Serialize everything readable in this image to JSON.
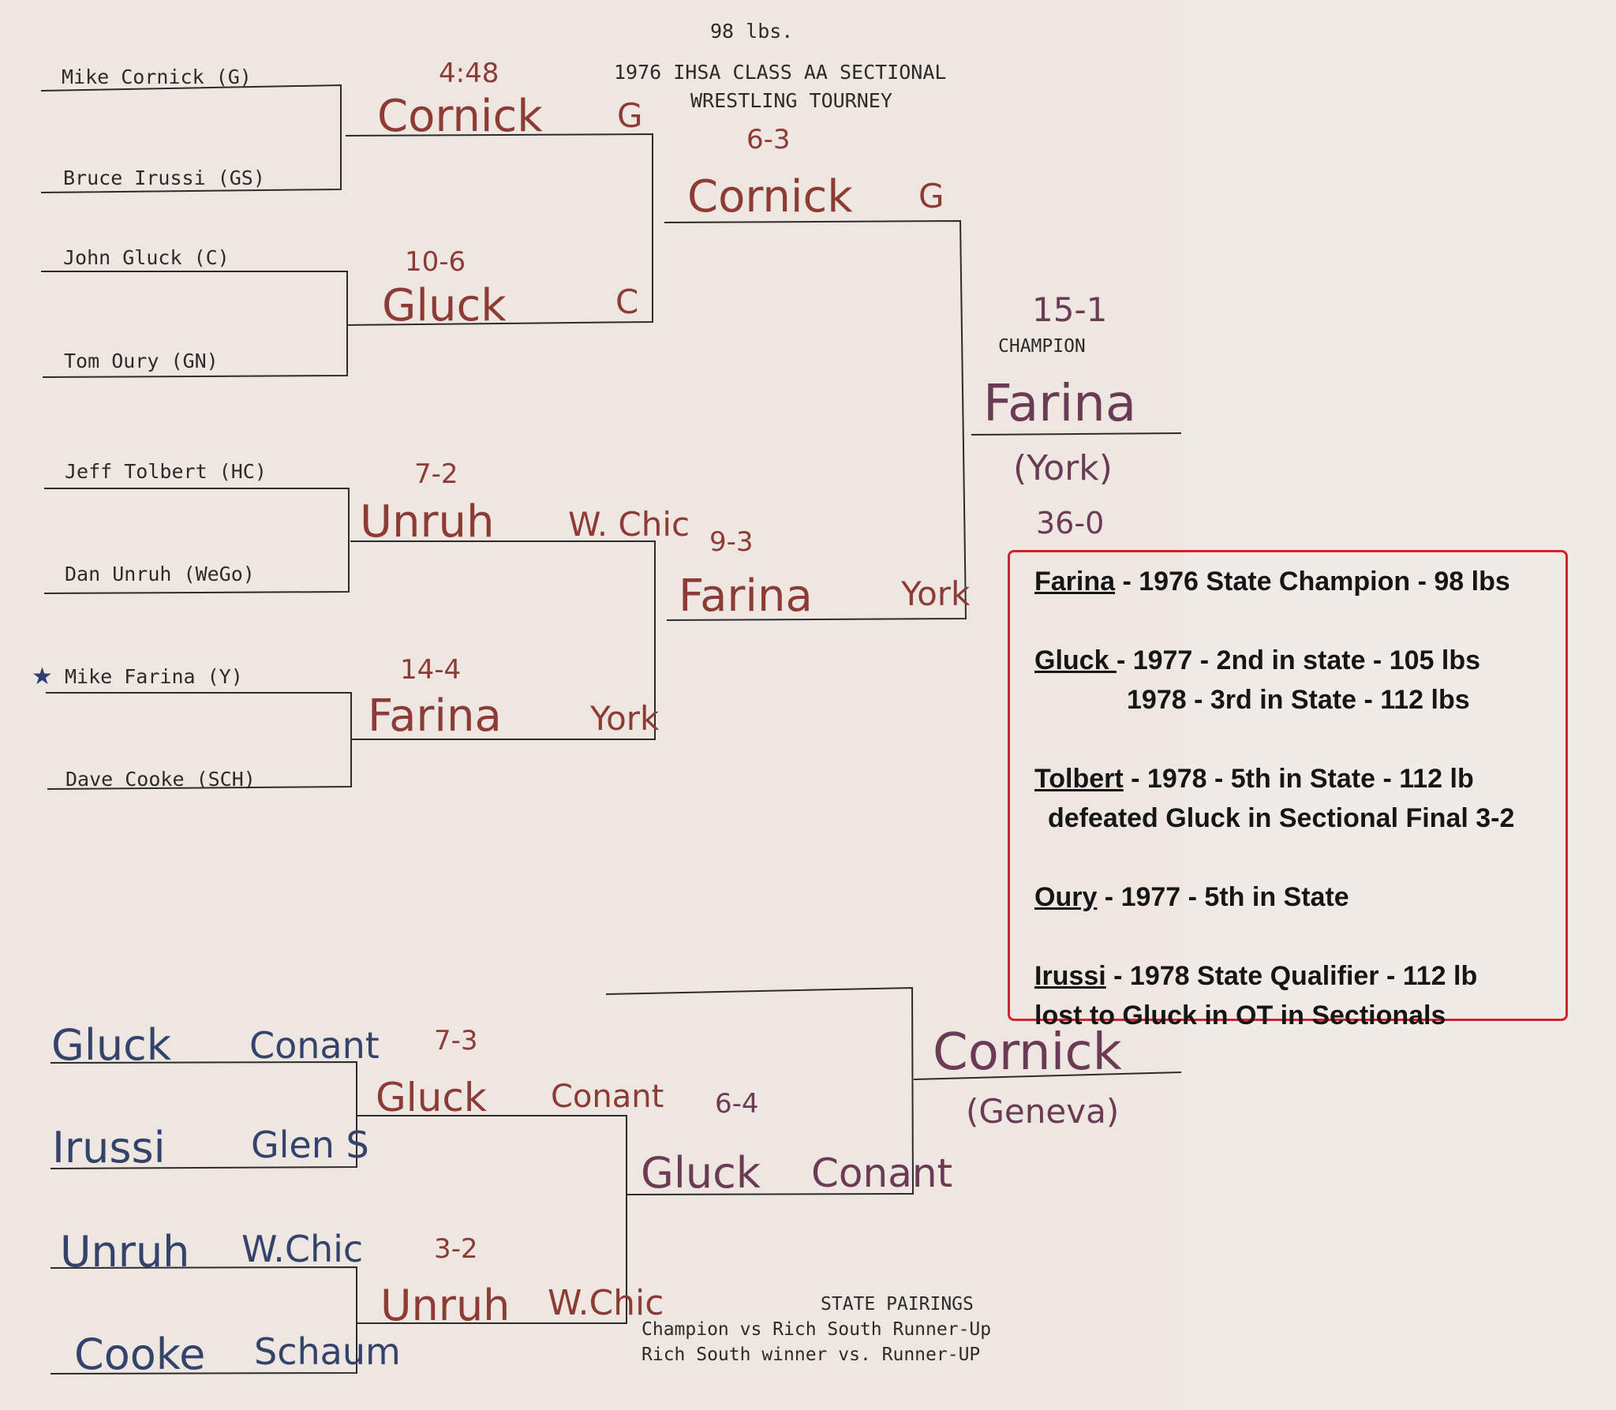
{
  "header": {
    "weight": "98 lbs.",
    "title_line1": "1976 IHSA CLASS AA SECTIONAL",
    "title_line2": "WRESTLING TOURNEY"
  },
  "bracket": {
    "entrants": [
      "Mike Cornick (G)",
      "Bruce Irussi (GS)",
      "John Gluck (C)",
      "Tom Oury (GN)",
      "Jeff Tolbert (HC)",
      "Dan Unruh (WeGo)",
      "Mike Farina (Y)",
      "Dave Cooke (SCH)"
    ],
    "seed_marker_icon": "star-icon",
    "quarterfinals": [
      {
        "score": "4:48",
        "winner": "Cornick",
        "team": "G"
      },
      {
        "score": "10-6",
        "winner": "Gluck",
        "team": "C"
      },
      {
        "score": "7-2",
        "winner": "Unruh",
        "team": "W. Chic"
      },
      {
        "score": "14-4",
        "winner": "Farina",
        "team": "York"
      }
    ],
    "semifinals": [
      {
        "score": "6-3",
        "winner": "Cornick",
        "team": "G"
      },
      {
        "score": "9-3",
        "winner": "Farina",
        "team": "York"
      }
    ],
    "final": {
      "score": "15-1",
      "label": "CHAMPION",
      "winner": "Farina",
      "team": "(York)",
      "record": "36-0"
    }
  },
  "consolation": {
    "entrants": [
      {
        "name": "Gluck",
        "team": "Conant"
      },
      {
        "name": "Irussi",
        "team": "Glen S"
      },
      {
        "name": "Unruh",
        "team": "W.Chic"
      },
      {
        "name": "Cooke",
        "team": "Schaum"
      }
    ],
    "round1": [
      {
        "score": "7-3",
        "winner": "Gluck",
        "team": "Conant"
      },
      {
        "score": "3-2",
        "winner": "Unruh",
        "team": "W.Chic"
      }
    ],
    "round2": {
      "score": "6-4",
      "winner": "Gluck",
      "team": "Conant"
    },
    "runner_up": {
      "winner": "Cornick",
      "team": "(Geneva)"
    }
  },
  "state_pairings": {
    "title": "STATE PAIRINGS",
    "line1": "Champion vs Rich South Runner-Up",
    "line2": "Rich South winner vs. Runner-UP"
  },
  "notes": [
    {
      "name": "Farina",
      "text": " - 1976 State Champion - 98 lbs"
    },
    {
      "name": "Gluck ",
      "text": "- 1977 - 2nd in state - 105 lbs",
      "extra": "1978 - 3rd in State - 112 lbs"
    },
    {
      "name": "Tolbert",
      "text": " - 1978 - 5th in State - 112 lb",
      "extra": "defeated Gluck in Sectional Final 3-2"
    },
    {
      "name": "Oury",
      "text": " - 1977 - 5th in State"
    },
    {
      "name": "Irussi",
      "text": " - 1978 State Qualifier - 112 lb",
      "extra": "lost to Gluck in OT in Sectionals"
    }
  ],
  "colors": {
    "ink_red": "#8d3b34",
    "ink_purple": "#6b3a55",
    "ink_blue": "#33436b",
    "note_border": "#d1222e"
  }
}
